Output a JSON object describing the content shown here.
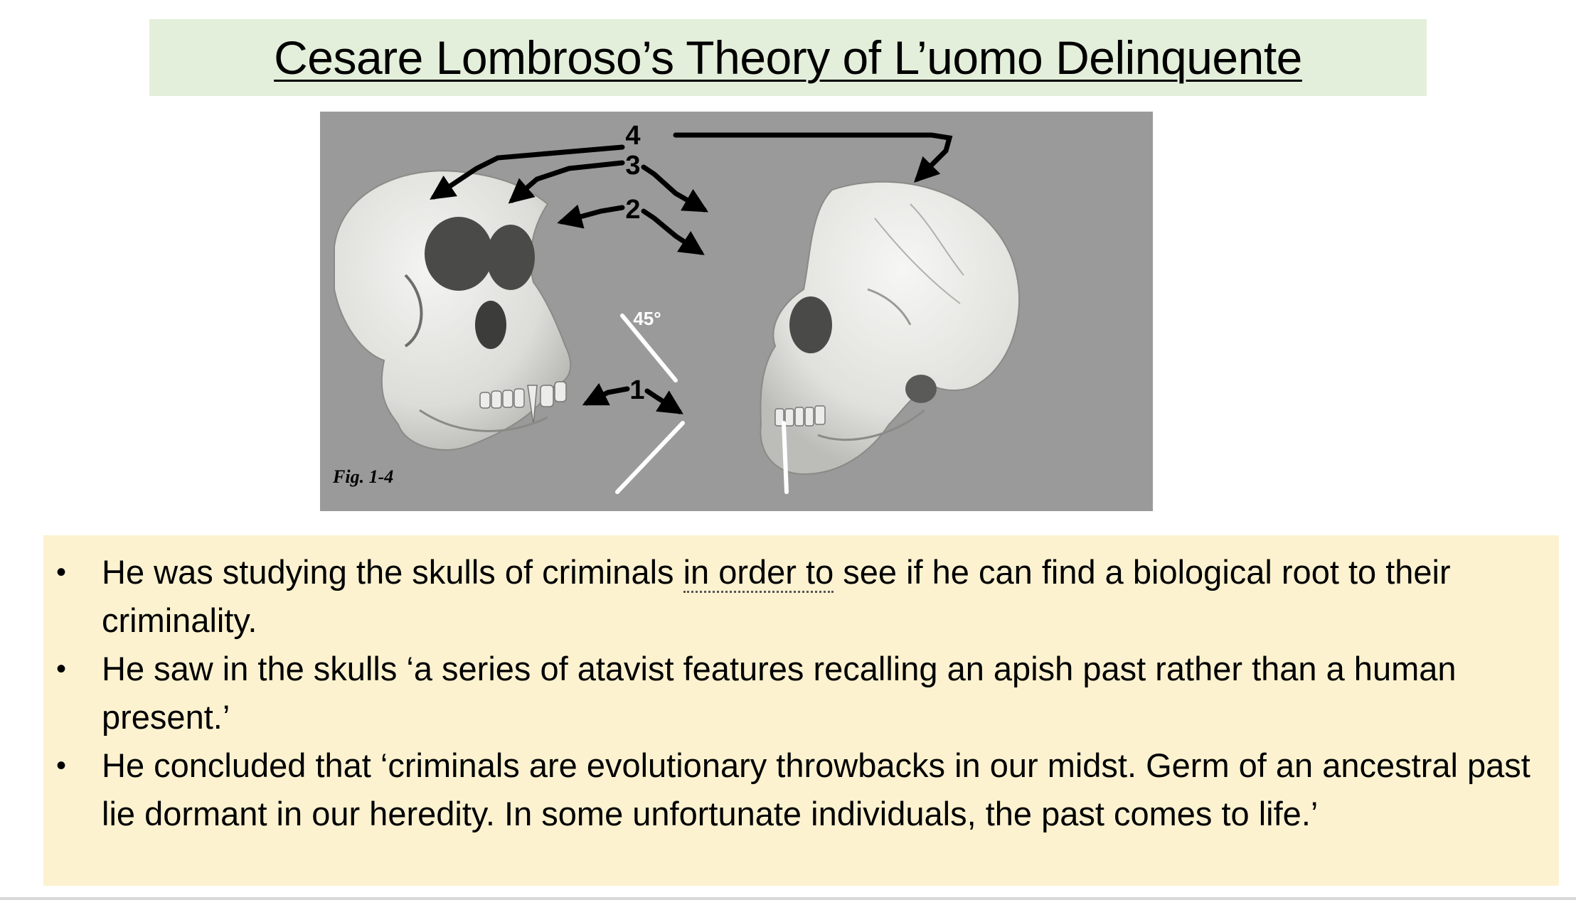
{
  "slide": {
    "title": "Cesare Lombroso’s Theory of L’uomo Delinquente",
    "colors": {
      "title_bg": "#e3efda",
      "bullets_bg": "#fcf2d0",
      "figure_bg": "#9a9a9a"
    }
  },
  "figure": {
    "caption": "Fig. 1-4",
    "angle_label": "45°",
    "markers": [
      "4",
      "3",
      "2",
      "1"
    ]
  },
  "bullets": [
    {
      "pre": "He was studying the skulls of criminals ",
      "underlined": "in order to",
      "post": " see if he can find a biological root to their criminality."
    },
    {
      "pre": "He saw in the skulls ‘a series of atavist features recalling an apish past rather than a human present.’",
      "underlined": "",
      "post": ""
    },
    {
      "pre": "He concluded that ‘criminals are evolutionary throwbacks in our midst. Germ of an ancestral past lie dormant in our heredity. In some unfortunate individuals, the past comes to life.’",
      "underlined": "",
      "post": ""
    }
  ],
  "bullet_symbol": "•"
}
